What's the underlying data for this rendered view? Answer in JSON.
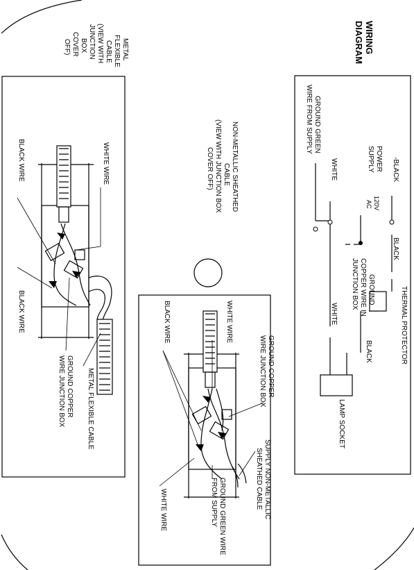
{
  "title": {
    "line1": "WIRING",
    "line2": "DIAGRAM"
  },
  "schematic": {
    "label_black_top": "-BLACK",
    "power_supply_1": "POWER",
    "power_supply_2": "SUPPLY",
    "voltage_1": "120V",
    "voltage_2": "AC",
    "label_white_left": "WHITE",
    "ground_1": "GROUND GREEN",
    "ground_2": "WIRE FROM SUPPLY",
    "label_black_mid": "BLACK",
    "ground_copper_1": "GROUND",
    "ground_copper_2": "COPPER WIRE IN",
    "ground_copper_3": "JUNCTION BOX",
    "thermal_protector": "THERMAL PROTECTOR",
    "label_black_right": "BLACK",
    "label_white_right": "WHITE",
    "lamp_socket": "LAMP SOCKET"
  },
  "nonmetallic": {
    "heading_1": "NON-METALLIC SHEATHED",
    "heading_2": "CABLE",
    "heading_3": "(VIEW WITH JUNCTION BOX",
    "heading_4": "COVER OFF)",
    "white_wire": "WHITE WIRE",
    "black_wire": "BLACK WIRE",
    "ground_copper_1": "GROUND COPPER",
    "ground_copper_2": "WIRE JUNCTION BOX",
    "supply_1": "SUPPLY NON-METALLIC",
    "supply_2": "SHEATHED CABLE",
    "ground_green_1": "GROUND GREEN WIRE",
    "ground_green_2": "FROM SUPPLY",
    "white_wire_bottom": "WHITE WIRE"
  },
  "metal": {
    "heading_1": "METAL",
    "heading_2": "FLEXIBLE",
    "heading_3": "CABLE",
    "heading_4": "(VIEW WITH",
    "heading_5": "JUNCTION",
    "heading_6": "BOX",
    "heading_7": "COVER",
    "heading_8": "OFF)",
    "white_wire": "WHITE WIRE",
    "black_wire_top": "BLACK WIRE",
    "black_wire_bottom": "BLACK WIRE",
    "metal_flexible_cable": "METAL FLEXIBLE CABLE",
    "ground_copper_1": "GROUND COPPER",
    "ground_copper_2": "WIRE JUNCTION BOX"
  }
}
